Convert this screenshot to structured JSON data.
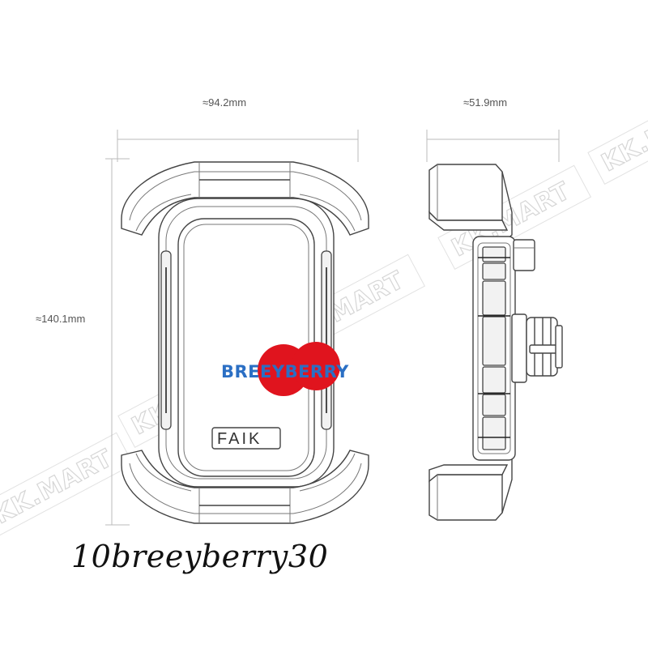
{
  "dimensions": {
    "width_label": "≈94.2mm",
    "depth_label": "≈51.9mm",
    "height_label": "≈140.1mm"
  },
  "product": {
    "brand_label": "FAIK"
  },
  "watermarks": {
    "text": "KK.MART"
  },
  "seller_logo": {
    "text": "BREEYBERRY",
    "circle_color": "#e0141e",
    "text_color": "#2b6fc4"
  },
  "seller_id": {
    "text": "10breeyberry30"
  }
}
